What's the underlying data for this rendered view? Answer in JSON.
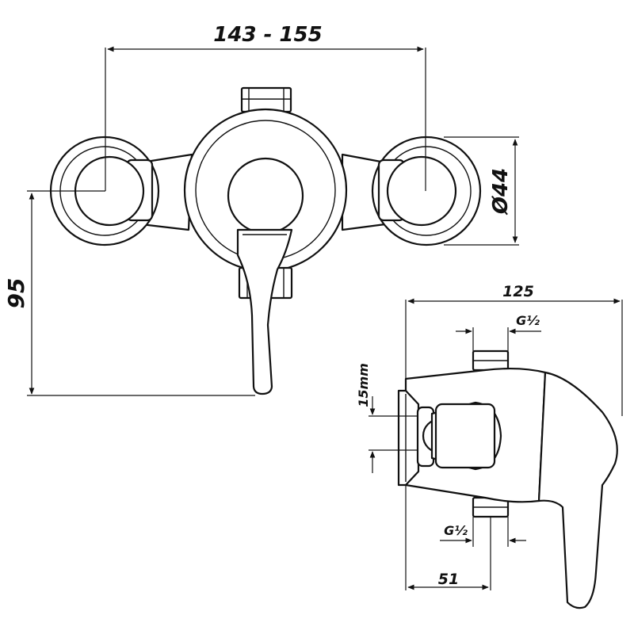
{
  "front_view": {
    "width_label": "143 - 155",
    "height_label": "95",
    "diameter_label": "Ø44"
  },
  "side_view": {
    "depth_label": "125",
    "inlet_top_label": "G½",
    "inlet_bottom_label": "G½",
    "offset_label": "15mm",
    "inlet_depth_label": "51"
  }
}
